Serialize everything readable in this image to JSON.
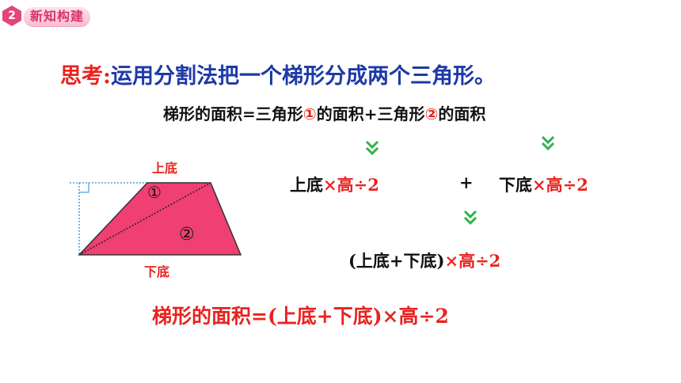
{
  "header": {
    "section_number": "2",
    "section_title": "新知构建"
  },
  "think": {
    "label": "思考:",
    "text": "运用分割法把一个梯形分成两个三角形。"
  },
  "formula_top": {
    "part1": "梯形的面积=三角形",
    "circle1": "①",
    "part2": "的面积+三角形",
    "circle2": "②",
    "part3": "的面积"
  },
  "step1": {
    "left_a": "上底",
    "left_times": "×",
    "left_b": "高",
    "left_div": "÷2",
    "plus": "+",
    "right_a": "下底",
    "right_times": "×",
    "right_b": "高",
    "right_div": "÷2"
  },
  "step2": {
    "paren": "(上底+下底)",
    "times": "×",
    "b": "高",
    "div": "÷2"
  },
  "final_formula": "梯形的面积=(上底+下底)×高÷2",
  "figure": {
    "top_label": "上底",
    "bottom_label": "下底",
    "tri1_label": "①",
    "tri2_label": "②",
    "fill_color": "#ef3f73"
  },
  "arrows": {
    "glyph": "⌄"
  },
  "colors": {
    "accent_red": "#e8231f",
    "text_blue": "#1e39a8",
    "arrow_green": "#2fb34a",
    "badge_pink": "#e2457b"
  }
}
